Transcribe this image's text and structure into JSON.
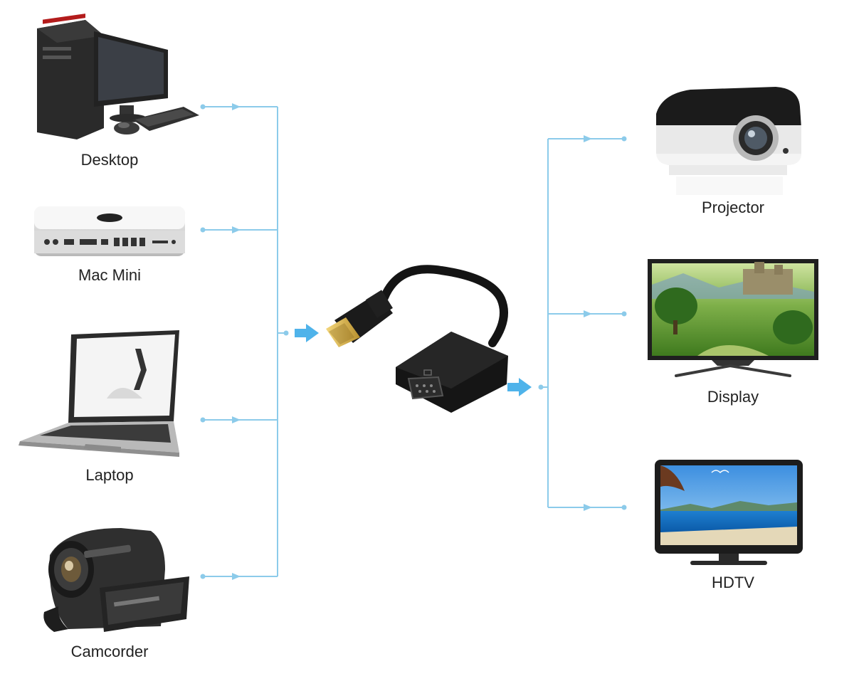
{
  "sources": [
    {
      "id": "desktop",
      "label": "Desktop"
    },
    {
      "id": "mac-mini",
      "label": "Mac Mini"
    },
    {
      "id": "laptop",
      "label": "Laptop"
    },
    {
      "id": "camcorder",
      "label": "Camcorder"
    }
  ],
  "outputs": [
    {
      "id": "projector",
      "label": "Projector"
    },
    {
      "id": "display",
      "label": "Display"
    },
    {
      "id": "hdtv",
      "label": "HDTV"
    }
  ],
  "adapter": {
    "input_connector": "HDMI",
    "output_connector": "VGA"
  },
  "colors": {
    "connector_line": "#8ccbea",
    "flow_arrow": "#4fb3ea",
    "device_dark": "#1c1c1c",
    "hdmi_tip": "#d9b44a"
  }
}
